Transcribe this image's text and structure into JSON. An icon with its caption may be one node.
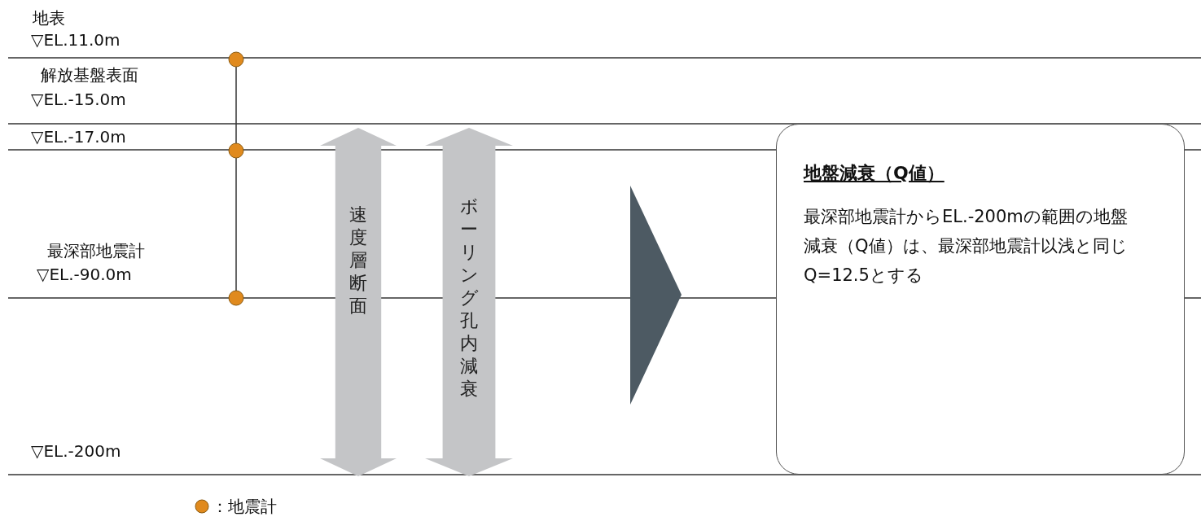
{
  "diagram": {
    "nodes": [
      {
        "text": [],
        "shape": "circle"
      },
      {
        "text": [],
        "shape": "circle"
      },
      {
        "text": [],
        "shape": "circle"
      },
      {
        "text": [
          "速度層断面"
        ]
      },
      {
        "text": [
          "ボーリング孔内減衰"
        ]
      },
      {
        "text": [
          "地盤減衰（Q値）",
          "最深部地震計からEL.-200mの範囲の地盤減衰（Q値）は、最深部地震計以浅と同じQ=12.5とする"
        ]
      }
    ],
    "edges": [
      {
        "from": 0,
        "to": 1,
        "arrow": "none"
      },
      {
        "from": 1,
        "to": 2,
        "arrow": "none"
      },
      {
        "from": 4,
        "to": 5,
        "arrow": "to"
      }
    ],
    "labels": [
      "地表",
      "▽EL.11.0m",
      "解放基盤表面",
      "▽EL.-15.0m",
      "▽EL.-17.0m",
      "最深部地震計",
      "▽EL.-90.0m",
      "▽EL.-200m"
    ],
    "legend": [
      {
        "text": "：地震計",
        "color": "#e08a1e"
      }
    ]
  }
}
